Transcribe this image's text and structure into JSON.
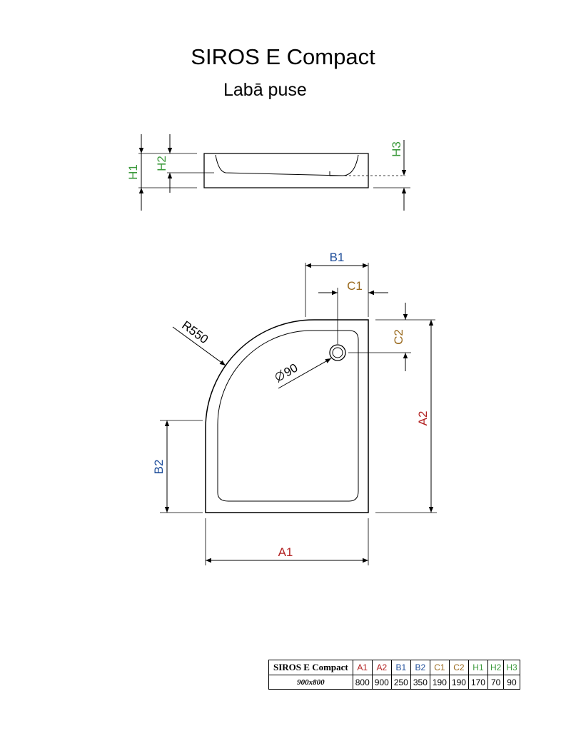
{
  "header": {
    "title": "SIROS E Compact",
    "subtitle": "Labā puse"
  },
  "diagram": {
    "labels": {
      "h1": "H1",
      "h2": "H2",
      "h3": "H3",
      "b1": "B1",
      "c1": "C1",
      "c2": "C2",
      "r550": "R550",
      "phi90": "90",
      "a2": "A2",
      "b2": "B2",
      "a1": "A1"
    },
    "colors": {
      "a": "#b22222",
      "b": "#1f4e9a",
      "c": "#9a6a1e",
      "h": "#3c9a3c",
      "line": "#000000"
    }
  },
  "table": {
    "model": "SIROS E Compact",
    "size": "900x800",
    "columns": [
      "A1",
      "A2",
      "B1",
      "B2",
      "C1",
      "C2",
      "H1",
      "H2",
      "H3"
    ],
    "values": [
      "800",
      "900",
      "250",
      "350",
      "190",
      "190",
      "170",
      "70",
      "90"
    ],
    "column_colors": [
      "#b22222",
      "#b22222",
      "#1f4e9a",
      "#1f4e9a",
      "#9a6a1e",
      "#9a6a1e",
      "#3c9a3c",
      "#3c9a3c",
      "#3c9a3c"
    ]
  }
}
